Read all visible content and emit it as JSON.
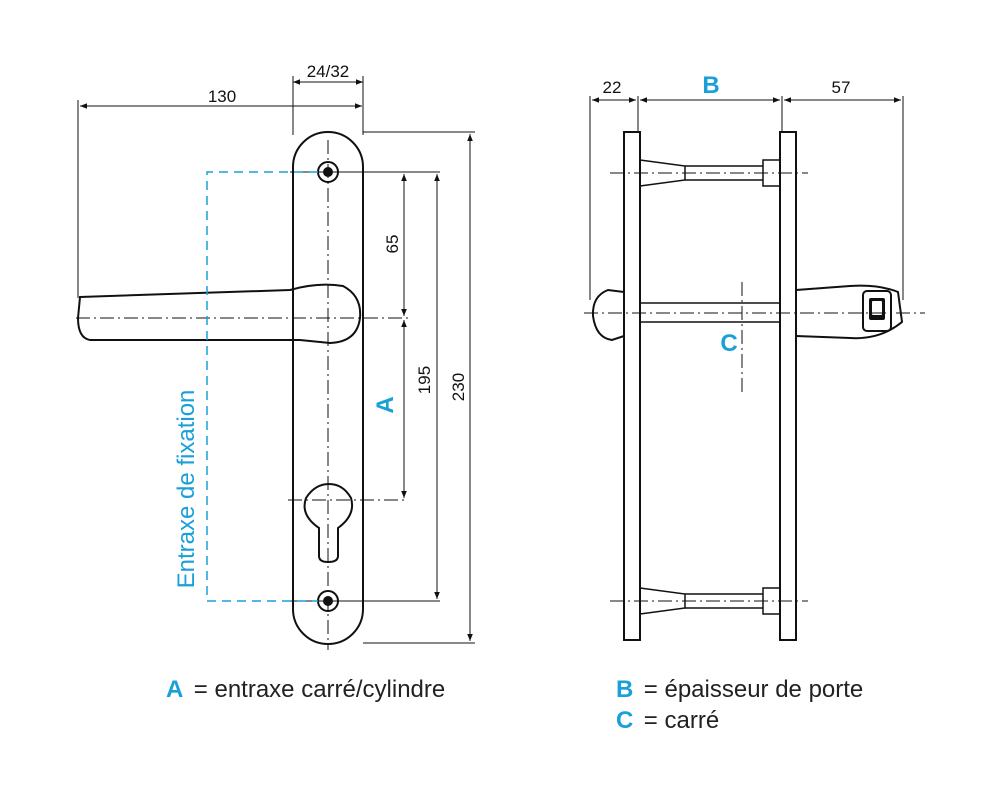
{
  "dimensions": {
    "d130": "130",
    "d24_32": "24/32",
    "d65": "65",
    "d195": "195",
    "d230": "230",
    "d22": "22",
    "d57": "57"
  },
  "keys": {
    "A": "A",
    "B": "B",
    "C": "C"
  },
  "fixation_label": "Entraxe de fixation",
  "legend": {
    "a_key": "A",
    "a_text": "= entraxe carré/cylindre",
    "b_key": "B",
    "b_text": "= épaisseur de porte",
    "c_key": "C",
    "c_text": "= carré"
  },
  "colors": {
    "accent": "#19a0d8",
    "line": "#111111"
  }
}
